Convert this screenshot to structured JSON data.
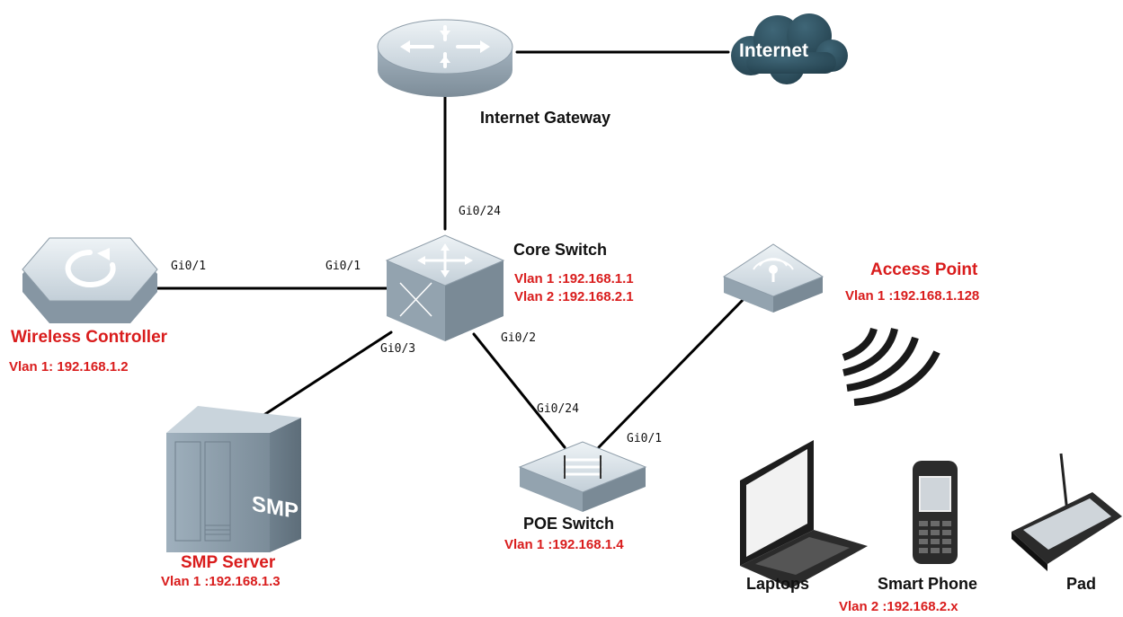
{
  "colors": {
    "link": "#000000",
    "device_light": "#d9e2e8",
    "device_mid": "#a9b7c2",
    "device_dark": "#7c8c99",
    "cloud": "#2d4f5e",
    "label_red": "#d91c1c",
    "label_black": "#111111"
  },
  "devices": {
    "internet": {
      "label": "Internet",
      "icon": "cloud-icon"
    },
    "gateway": {
      "label": "Internet Gateway",
      "icon": "router-icon"
    },
    "core_switch": {
      "label": "Core Switch",
      "vlans": [
        "Vlan 1 :192.168.1.1",
        "Vlan 2 :192.168.2.1"
      ],
      "icon": "layer3-switch-icon"
    },
    "wireless_controller": {
      "label": "Wireless Controller",
      "vlan": "Vlan 1:  192.168.1.2",
      "icon": "wireless-controller-icon"
    },
    "access_point": {
      "label": "Access Point",
      "vlan": "Vlan 1 :192.168.1.128",
      "icon": "access-point-icon"
    },
    "smp_server": {
      "label": "SMP Server",
      "vlan": "Vlan 1 :192.168.1.3",
      "badge": "SMP",
      "icon": "server-icon"
    },
    "poe_switch": {
      "label": "POE Switch",
      "vlan": "Vlan 1 :192.168.1.4",
      "icon": "poe-switch-icon"
    }
  },
  "ports": {
    "core_uplink": "Gi0/24",
    "wc_port": "Gi0/1",
    "core_to_wc": "Gi0/1",
    "core_to_smp": "Gi0/3",
    "core_to_poe": "Gi0/2",
    "poe_uplink": "Gi0/24",
    "poe_to_ap": "Gi0/1"
  },
  "clients": {
    "laptops": "Laptops",
    "smart_phone": "Smart Phone",
    "pad": "Pad",
    "vlan": "Vlan 2 :192.168.2.x"
  }
}
